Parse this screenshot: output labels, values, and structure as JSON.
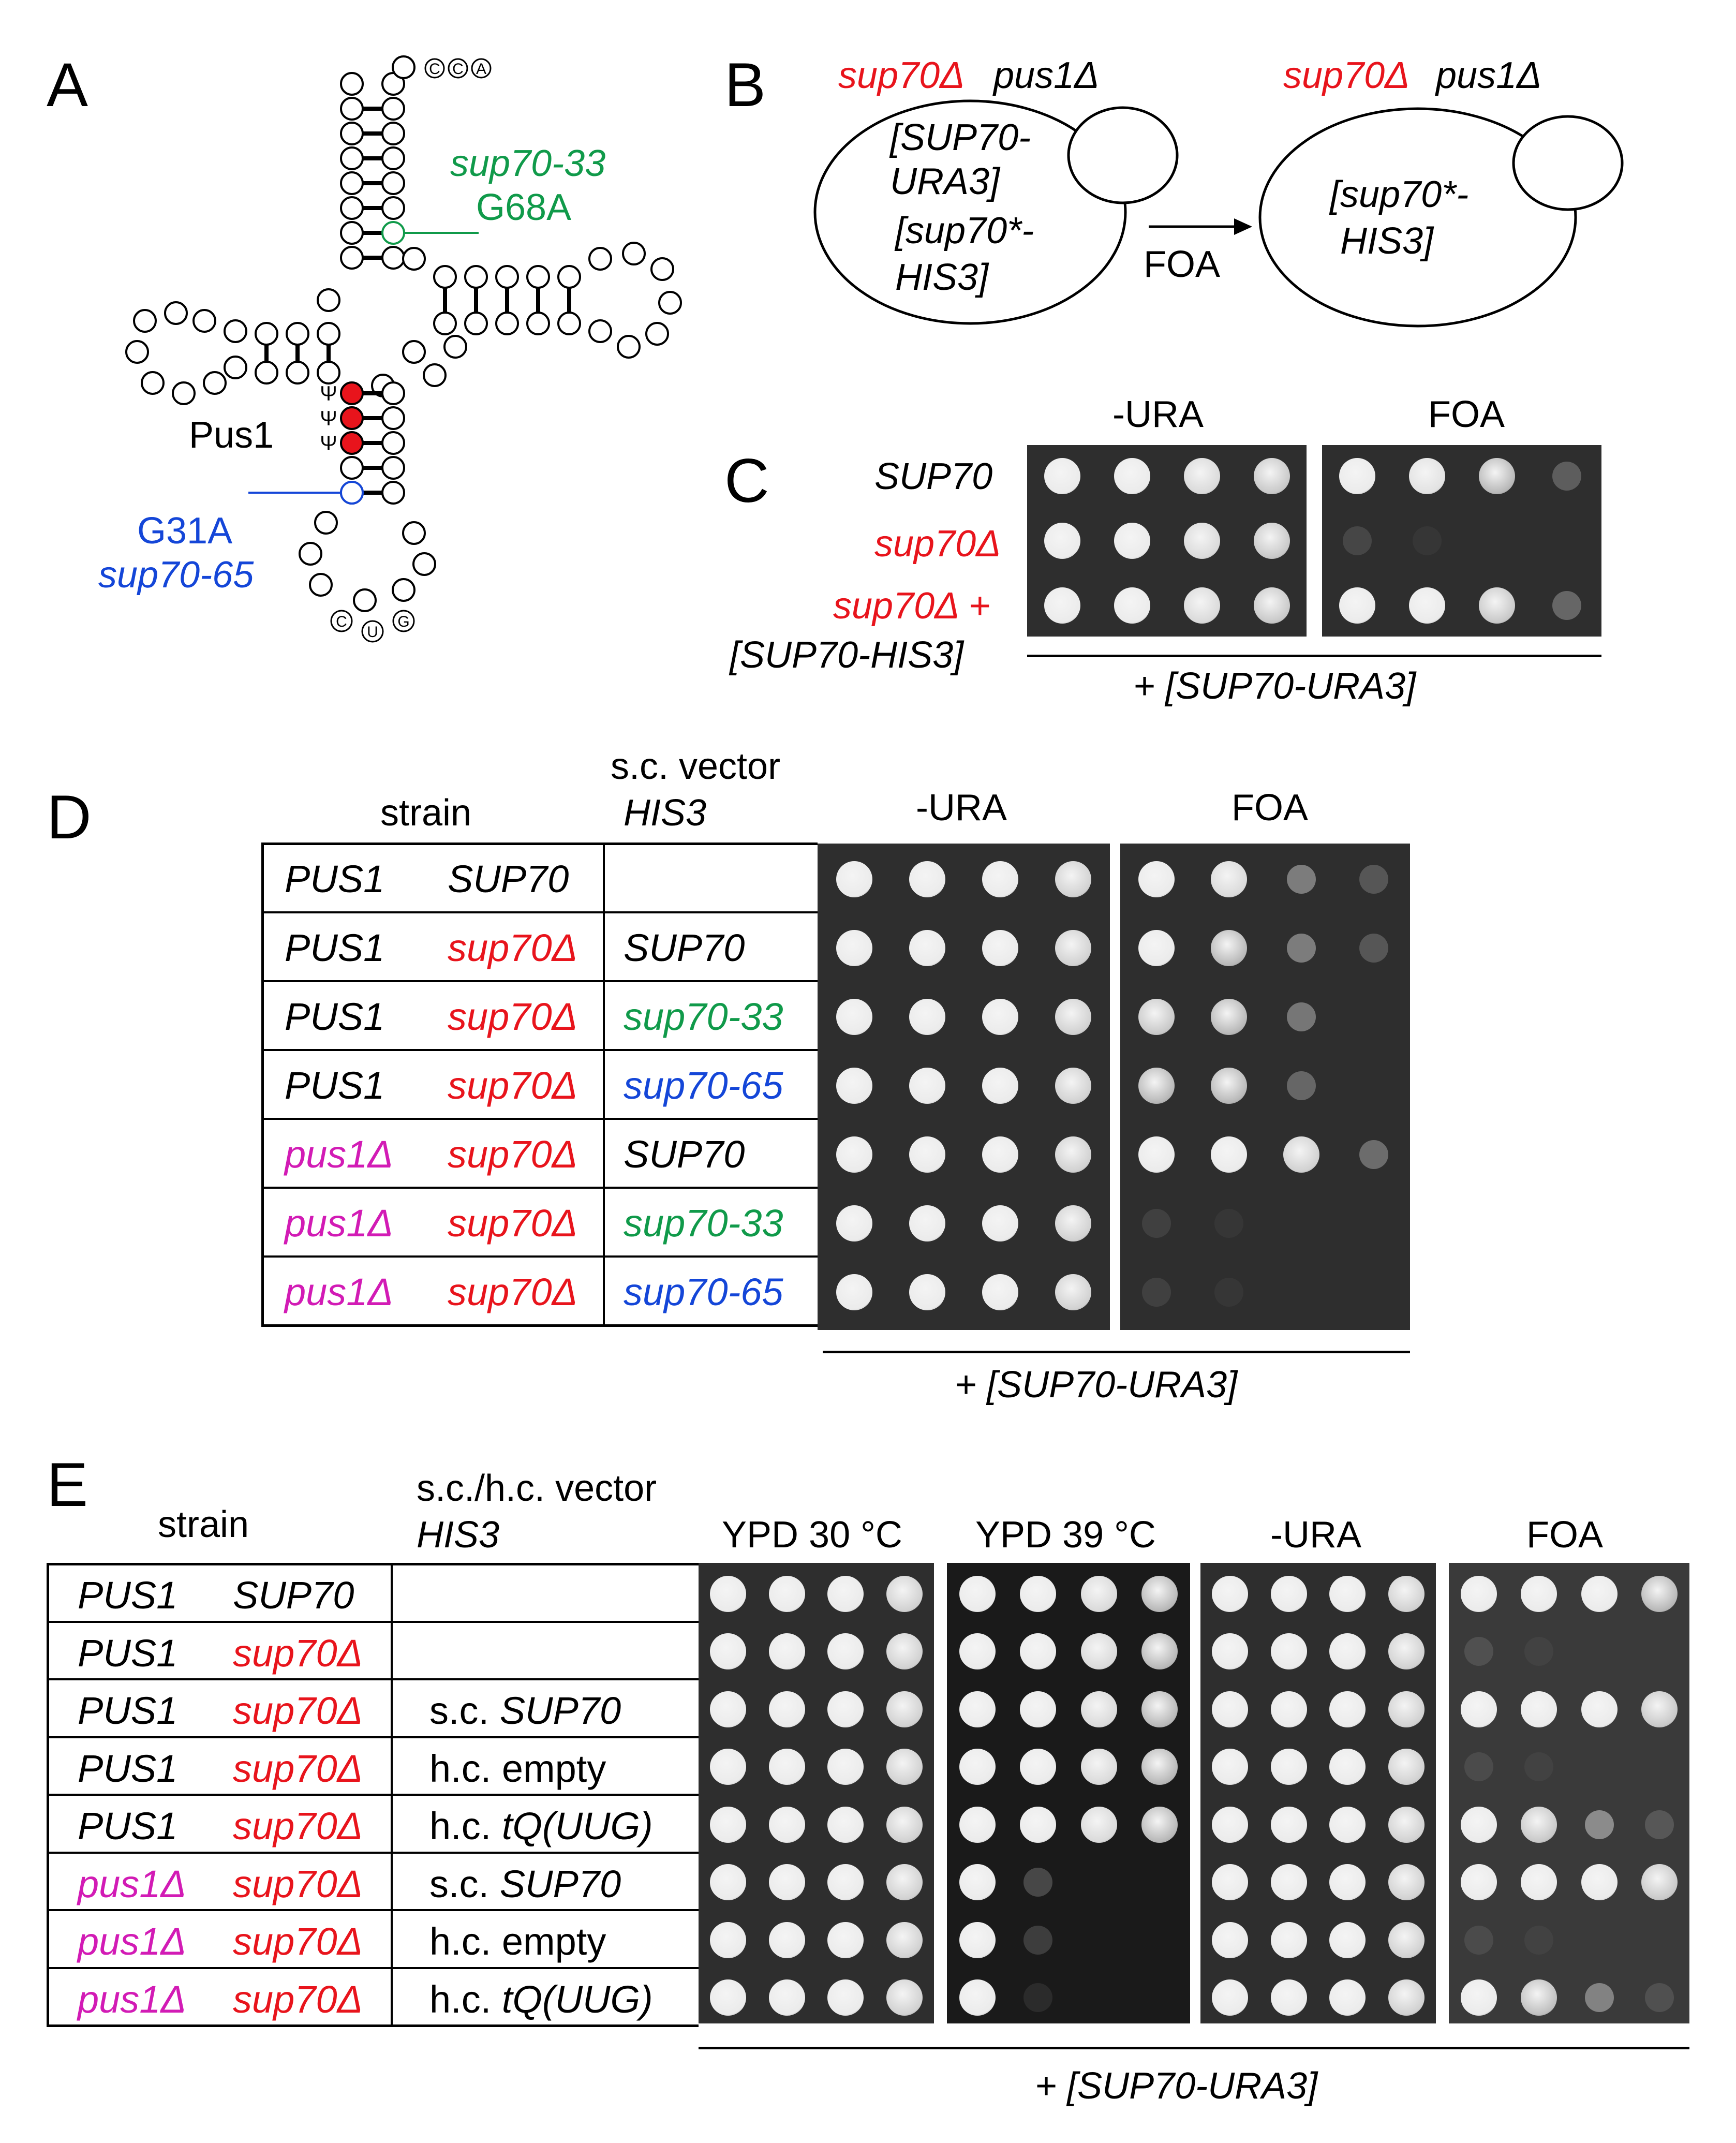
{
  "panels": {
    "A": {
      "letter": "A",
      "cca": [
        "C",
        "C",
        "A"
      ],
      "anticodon": [
        "C",
        "U",
        "G"
      ],
      "mut_green_name": "sup70-33",
      "mut_green_change": "G68A",
      "mut_blue_change": "G31A",
      "mut_blue_name": "sup70-65",
      "pus1_label": "Pus1",
      "psi": "Ψ",
      "colors": {
        "red": "#e8141c",
        "green": "#109a4a",
        "blue": "#1446d8"
      }
    },
    "B": {
      "letter": "B",
      "left_title_red": "sup70Δ",
      "left_title_black": "pus1Δ",
      "left_plasmid1_a": "[SUP70-",
      "left_plasmid1_b": "URA3]",
      "left_plasmid2_a": "[sup70*-",
      "left_plasmid2_b": "HIS3]",
      "arrow_label": "FOA",
      "right_title_red": "sup70Δ",
      "right_title_black": "pus1Δ",
      "right_plasmid_a": "[sup70*-",
      "right_plasmid_b": "HIS3]"
    },
    "C": {
      "letter": "C",
      "col1": "-URA",
      "col2": "FOA",
      "rows": [
        "SUP70",
        "sup70Δ",
        "sup70Δ +"
      ],
      "row3_sub": "[SUP70-HIS3]",
      "footer": "+ [SUP70-URA3]",
      "growth_ura": [
        [
          1,
          1,
          0.9,
          0.8
        ],
        [
          1,
          1,
          0.9,
          0.8
        ],
        [
          1,
          1,
          0.9,
          0.8
        ]
      ],
      "growth_foa": [
        [
          1,
          0.95,
          0.7,
          0.3
        ],
        [
          0.15,
          0.05,
          0,
          0
        ],
        [
          1,
          1,
          0.8,
          0.35
        ]
      ]
    },
    "D": {
      "letter": "D",
      "header_strain": "strain",
      "header_vector1": "s.c. vector",
      "header_vector2": "HIS3",
      "col1": "-URA",
      "col2": "FOA",
      "rows": [
        {
          "pus": "PUS1",
          "sup": "SUP70",
          "vec": ""
        },
        {
          "pus": "PUS1",
          "sup": "sup70Δ",
          "vec": "SUP70"
        },
        {
          "pus": "PUS1",
          "sup": "sup70Δ",
          "vec": "sup70-33"
        },
        {
          "pus": "PUS1",
          "sup": "sup70Δ",
          "vec": "sup70-65"
        },
        {
          "pus": "pus1Δ",
          "sup": "sup70Δ",
          "vec": "SUP70"
        },
        {
          "pus": "pus1Δ",
          "sup": "sup70Δ",
          "vec": "sup70-33"
        },
        {
          "pus": "pus1Δ",
          "sup": "sup70Δ",
          "vec": "sup70-65"
        }
      ],
      "footer": "+ [SUP70-URA3]",
      "growth_ura": [
        [
          1,
          1,
          1,
          0.85
        ],
        [
          1,
          1,
          1,
          0.85
        ],
        [
          1,
          1,
          1,
          0.85
        ],
        [
          1,
          1,
          1,
          0.85
        ],
        [
          1,
          1,
          1,
          0.85
        ],
        [
          1,
          1,
          1,
          0.85
        ],
        [
          1,
          1,
          1,
          0.85
        ]
      ],
      "growth_foa": [
        [
          1,
          0.9,
          0.5,
          0.25
        ],
        [
          1,
          0.7,
          0.5,
          0.25
        ],
        [
          0.8,
          0.7,
          0.45,
          0
        ],
        [
          0.7,
          0.7,
          0.35,
          0
        ],
        [
          1,
          1,
          0.85,
          0.4
        ],
        [
          0.12,
          0.06,
          0,
          0
        ],
        [
          0.12,
          0.05,
          0,
          0
        ]
      ]
    },
    "E": {
      "letter": "E",
      "header_strain": "strain",
      "header_vector1": "s.c./h.c. vector",
      "header_vector2": "HIS3",
      "col1": "YPD 30 °C",
      "col2": "YPD 39 °C",
      "col3": "-URA",
      "col4": "FOA",
      "rows": [
        {
          "pus": "PUS1",
          "sup": "SUP70",
          "vec_pre": "",
          "vec_it": ""
        },
        {
          "pus": "PUS1",
          "sup": "sup70Δ",
          "vec_pre": "",
          "vec_it": ""
        },
        {
          "pus": "PUS1",
          "sup": "sup70Δ",
          "vec_pre": "s.c. ",
          "vec_it": "SUP70"
        },
        {
          "pus": "PUS1",
          "sup": "sup70Δ",
          "vec_pre": "h.c. empty",
          "vec_it": ""
        },
        {
          "pus": "PUS1",
          "sup": "sup70Δ",
          "vec_pre": "h.c. ",
          "vec_it": "tQ(UUG)"
        },
        {
          "pus": "pus1Δ",
          "sup": "sup70Δ",
          "vec_pre": "s.c. ",
          "vec_it": "SUP70"
        },
        {
          "pus": "pus1Δ",
          "sup": "sup70Δ",
          "vec_pre": "h.c. empty",
          "vec_it": ""
        },
        {
          "pus": "pus1Δ",
          "sup": "sup70Δ",
          "vec_pre": "h.c. ",
          "vec_it": "tQ(UUG)"
        }
      ],
      "footer": "+ [SUP70-URA3]",
      "growth_30": [
        [
          1,
          1,
          1,
          0.85
        ],
        [
          1,
          1,
          1,
          0.85
        ],
        [
          1,
          1,
          1,
          0.85
        ],
        [
          1,
          1,
          1,
          0.85
        ],
        [
          1,
          1,
          1,
          0.85
        ],
        [
          1,
          1,
          1,
          0.85
        ],
        [
          1,
          1,
          1,
          0.85
        ],
        [
          1,
          1,
          1,
          0.85
        ]
      ],
      "growth_39": [
        [
          1,
          1,
          0.9,
          0.7
        ],
        [
          1,
          1,
          0.9,
          0.7
        ],
        [
          1,
          1,
          0.9,
          0.7
        ],
        [
          1,
          1,
          0.9,
          0.7
        ],
        [
          1,
          1,
          0.9,
          0.7
        ],
        [
          1,
          0.25,
          0,
          0
        ],
        [
          1,
          0.2,
          0,
          0
        ],
        [
          1,
          0.1,
          0,
          0
        ]
      ],
      "growth_ura": [
        [
          1,
          1,
          1,
          0.85
        ],
        [
          1,
          1,
          1,
          0.85
        ],
        [
          1,
          1,
          1,
          0.85
        ],
        [
          1,
          1,
          1,
          0.85
        ],
        [
          1,
          1,
          1,
          0.85
        ],
        [
          1,
          1,
          1,
          0.85
        ],
        [
          1,
          1,
          1,
          0.85
        ],
        [
          1,
          1,
          1,
          0.85
        ]
      ],
      "growth_foa": [
        [
          1,
          1,
          1,
          0.7
        ],
        [
          0.15,
          0.05,
          0,
          0
        ],
        [
          1,
          1,
          1,
          0.8
        ],
        [
          0.12,
          0.05,
          0,
          0
        ],
        [
          1,
          0.8,
          0.55,
          0.2
        ],
        [
          1,
          1,
          1,
          0.8
        ],
        [
          0.12,
          0.05,
          0,
          0
        ],
        [
          1,
          0.75,
          0.5,
          0.15
        ]
      ]
    }
  }
}
